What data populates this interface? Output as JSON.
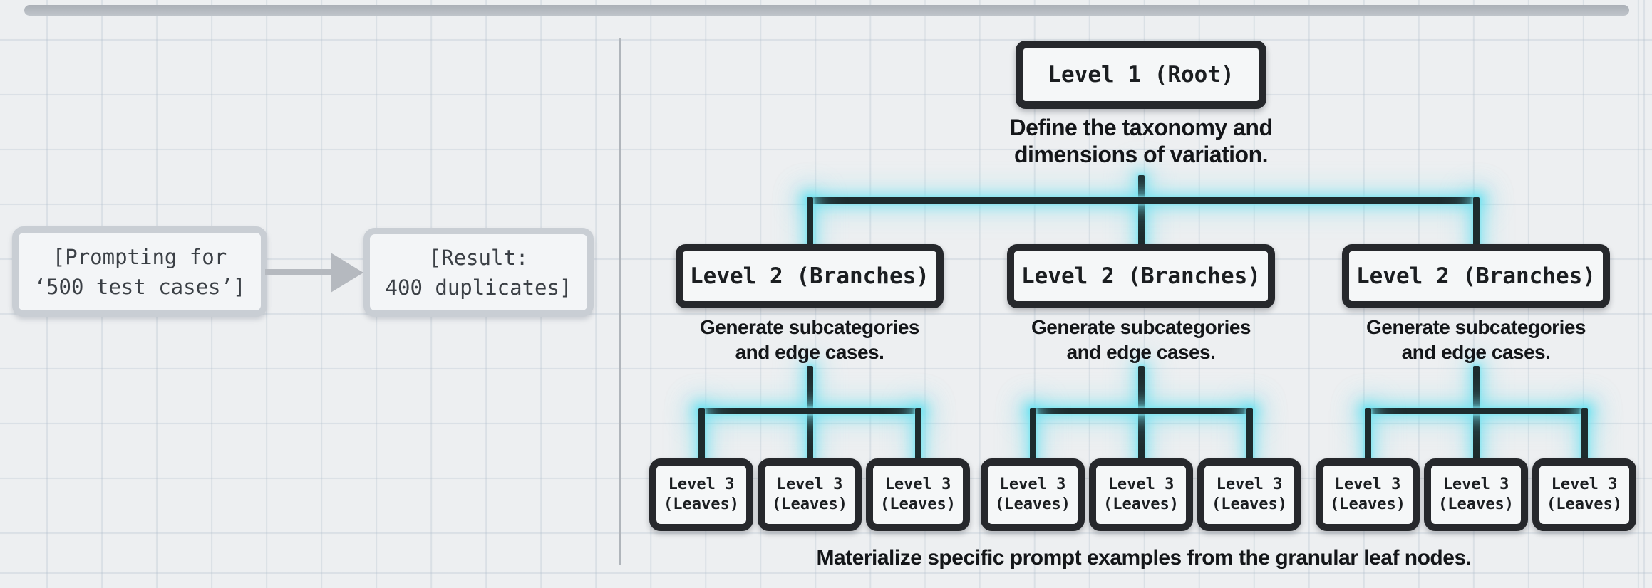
{
  "left_panel": {
    "prompt_box": {
      "line1": "[Prompting for",
      "line2": "‘500 test cases’]"
    },
    "arrow_icon": "arrow-right",
    "result_box": {
      "line1": "[Result:",
      "line2": "400 duplicates]"
    }
  },
  "tree": {
    "root": {
      "label": "Level 1 (Root)",
      "caption_line1": "Define the taxonomy and",
      "caption_line2": "dimensions of variation."
    },
    "branches": [
      {
        "label": "Level 2 (Branches)",
        "caption_line1": "Generate subcategories",
        "caption_line2": "and edge cases."
      },
      {
        "label": "Level 2 (Branches)",
        "caption_line1": "Generate subcategories",
        "caption_line2": "and edge cases."
      },
      {
        "label": "Level 2 (Branches)",
        "caption_line1": "Generate subcategories",
        "caption_line2": "and edge cases."
      }
    ],
    "leaves": [
      {
        "line1": "Level 3",
        "line2": "(Leaves)"
      },
      {
        "line1": "Level 3",
        "line2": "(Leaves)"
      },
      {
        "line1": "Level 3",
        "line2": "(Leaves)"
      },
      {
        "line1": "Level 3",
        "line2": "(Leaves)"
      },
      {
        "line1": "Level 3",
        "line2": "(Leaves)"
      },
      {
        "line1": "Level 3",
        "line2": "(Leaves)"
      },
      {
        "line1": "Level 3",
        "line2": "(Leaves)"
      },
      {
        "line1": "Level 3",
        "line2": "(Leaves)"
      },
      {
        "line1": "Level 3",
        "line2": "(Leaves)"
      }
    ],
    "footer_caption": "Materialize specific prompt examples from the granular leaf nodes."
  },
  "colors": {
    "background": "#edeff1",
    "grid_line": "#c6d0da",
    "accent_glow": "#7de8f4",
    "connector": "#1d2c2e",
    "node_border": "#26282c",
    "node_fill": "#f5f7f8",
    "muted_border": "#c9ced4",
    "muted_text": "#3b4046",
    "caption_text": "#141619",
    "rail": "#b7bcc2"
  }
}
